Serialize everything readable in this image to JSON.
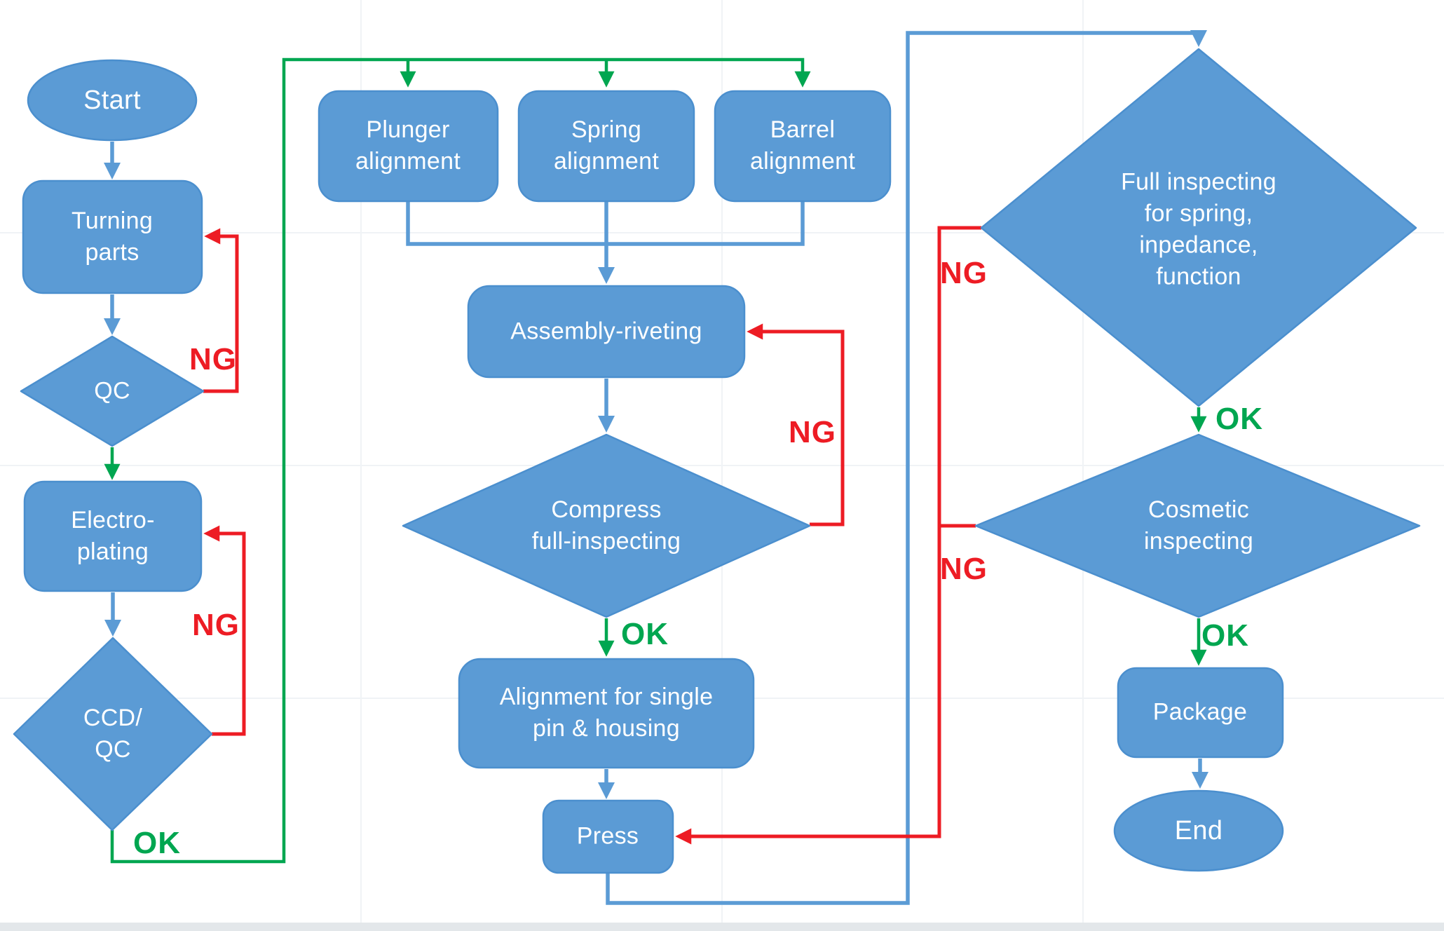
{
  "diagram_type": "flowchart",
  "colors": {
    "shape_fill": "#5b9bd5",
    "shape_border": "#4b8fce",
    "flow_blue": "#5b9bd5",
    "ok_green": "#00a650",
    "ng_red": "#ed1c24",
    "label_text": "#ffffff",
    "background": "#ffffff"
  },
  "nodes": {
    "start": {
      "shape": "ellipse",
      "label": "Start"
    },
    "turning": {
      "shape": "rounded-rect",
      "label": "Turning\nparts"
    },
    "qc": {
      "shape": "diamond",
      "label": "QC"
    },
    "electro": {
      "shape": "rounded-rect",
      "label": "Electro-\nplating"
    },
    "ccd": {
      "shape": "diamond",
      "label": "CCD/\nQC"
    },
    "plunger": {
      "shape": "rounded-rect",
      "label": "Plunger\nalignment"
    },
    "spring": {
      "shape": "rounded-rect",
      "label": "Spring\nalignment"
    },
    "barrel": {
      "shape": "rounded-rect",
      "label": "Barrel\nalignment"
    },
    "assembly": {
      "shape": "rounded-rect",
      "label": "Assembly-riveting"
    },
    "compress": {
      "shape": "diamond",
      "label": "Compress\nfull-inspecting"
    },
    "alignment": {
      "shape": "rounded-rect",
      "label": "Alignment for single\npin & housing"
    },
    "press": {
      "shape": "rounded-rect",
      "label": "Press"
    },
    "full_inspect": {
      "shape": "diamond",
      "label": "Full inspecting\nfor spring,\ninpedance,\nfunction"
    },
    "cosmetic": {
      "shape": "diamond",
      "label": "Cosmetic\ninspecting"
    },
    "package": {
      "shape": "rounded-rect",
      "label": "Package"
    },
    "end": {
      "shape": "ellipse",
      "label": "End"
    }
  },
  "edge_labels": {
    "qc_ng": "NG",
    "ccd_ng": "NG",
    "ccd_ok": "OK",
    "compress_ng": "NG",
    "compress_ok": "OK",
    "full_ng": "NG",
    "full_ok": "OK",
    "cosmetic_ng": "NG",
    "cosmetic_ok": "OK"
  },
  "edges": [
    {
      "from": "Start",
      "to": "Turning parts",
      "color": "blue"
    },
    {
      "from": "Turning parts",
      "to": "QC",
      "color": "blue"
    },
    {
      "from": "QC",
      "to": "Turning parts",
      "label": "NG",
      "color": "red"
    },
    {
      "from": "QC",
      "to": "Electro-plating",
      "color": "green"
    },
    {
      "from": "Electro-plating",
      "to": "CCD/QC",
      "color": "blue"
    },
    {
      "from": "CCD/QC",
      "to": "Electro-plating",
      "label": "NG",
      "color": "red"
    },
    {
      "from": "CCD/QC",
      "to": "Plunger alignment",
      "label": "OK",
      "color": "green"
    },
    {
      "from": "CCD/QC",
      "to": "Spring alignment",
      "label": "OK",
      "color": "green"
    },
    {
      "from": "CCD/QC",
      "to": "Barrel alignment",
      "label": "OK",
      "color": "green"
    },
    {
      "from": "Plunger alignment",
      "to": "Assembly-riveting",
      "color": "blue"
    },
    {
      "from": "Spring alignment",
      "to": "Assembly-riveting",
      "color": "blue"
    },
    {
      "from": "Barrel alignment",
      "to": "Assembly-riveting",
      "color": "blue"
    },
    {
      "from": "Assembly-riveting",
      "to": "Compress full-inspecting",
      "color": "blue"
    },
    {
      "from": "Compress full-inspecting",
      "to": "Assembly-riveting",
      "label": "NG",
      "color": "red"
    },
    {
      "from": "Compress full-inspecting",
      "to": "Alignment for single pin & housing",
      "label": "OK",
      "color": "green"
    },
    {
      "from": "Alignment for single pin & housing",
      "to": "Press",
      "color": "blue"
    },
    {
      "from": "Press",
      "to": "Full inspecting for spring, inpedance, function",
      "color": "blue"
    },
    {
      "from": "Full inspecting for spring, inpedance, function",
      "to": "Press",
      "label": "NG",
      "color": "red"
    },
    {
      "from": "Full inspecting for spring, inpedance, function",
      "to": "Cosmetic inspecting",
      "label": "OK",
      "color": "green"
    },
    {
      "from": "Cosmetic inspecting",
      "to": "Press",
      "label": "NG",
      "color": "red"
    },
    {
      "from": "Cosmetic inspecting",
      "to": "Package",
      "label": "OK",
      "color": "green"
    },
    {
      "from": "Package",
      "to": "End",
      "color": "blue"
    }
  ]
}
